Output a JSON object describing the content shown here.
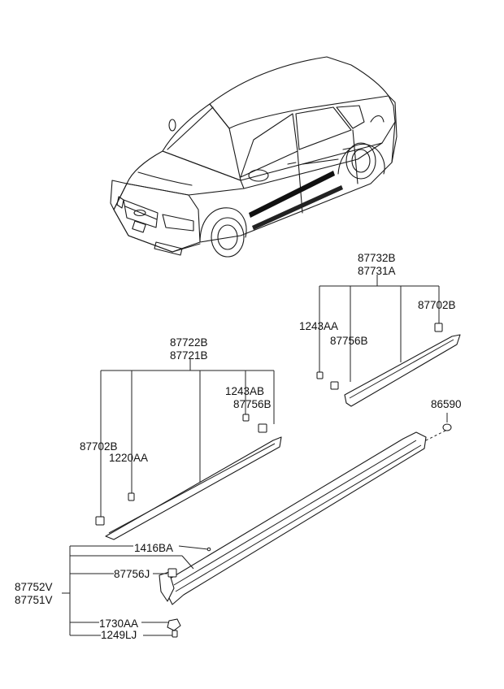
{
  "labels": {
    "rear_trim_upper": "87732B",
    "rear_trim_lower": "87731A",
    "rear_clip_a": "87702B",
    "rear_screw": "1243AA",
    "rear_clip_b": "87756B",
    "front_trim_upper": "87722B",
    "front_trim_lower": "87721B",
    "front_screw": "1243AB",
    "front_clip_b": "87756B",
    "front_clip_a": "87702B",
    "front_bolt": "1220AA",
    "cap": "86590",
    "sill_rivet": "1416BA",
    "sill_clip": "87756J",
    "sill_upper": "87752V",
    "sill_lower": "87751V",
    "sill_nut": "1730AA",
    "sill_screw": "1249LJ"
  }
}
